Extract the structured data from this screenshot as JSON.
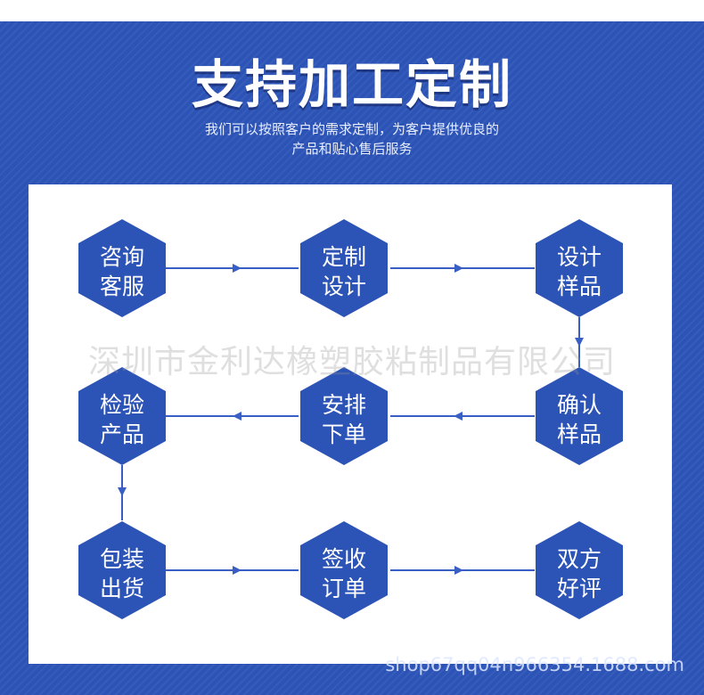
{
  "title": "支持加工定制",
  "subtitle": {
    "line1": "我们可以按照客户的需求定制，为客户提供优良的",
    "line2": "产品和贴心售后服务"
  },
  "steps": [
    {
      "line1": "咨询",
      "line2": "客服"
    },
    {
      "line1": "定制",
      "line2": "设计"
    },
    {
      "line1": "设计",
      "line2": "样品"
    },
    {
      "line1": "确认",
      "line2": "样品"
    },
    {
      "line1": "安排",
      "line2": "下单"
    },
    {
      "line1": "检验",
      "line2": "产品"
    },
    {
      "line1": "包装",
      "line2": "出货"
    },
    {
      "line1": "签收",
      "line2": "订单"
    },
    {
      "line1": "双方",
      "line2": "好评"
    }
  ],
  "watermark": "深圳市金利达橡塑胶粘制品有限公司",
  "shop_url": "shop67qq04n966354.1688.com",
  "colors": {
    "background": "#2c53b6",
    "hexagon": "#2c53b6",
    "arrow": "#3a5fc4",
    "panel": "#ffffff"
  }
}
